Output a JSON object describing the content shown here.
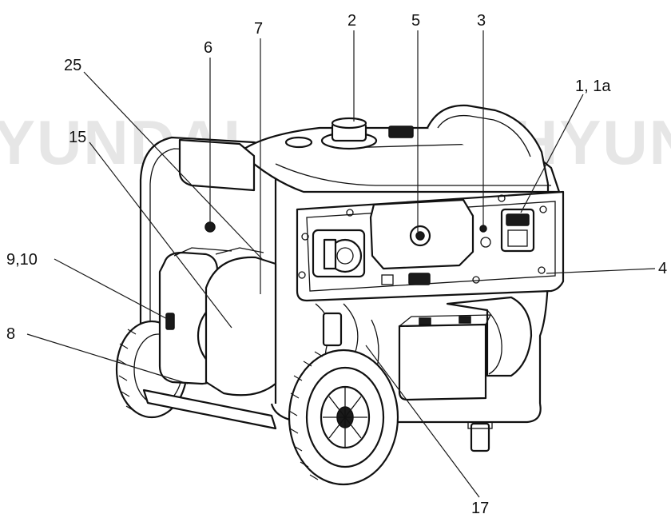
{
  "watermark": {
    "left": "YUNDAI",
    "right": "HYUN"
  },
  "callouts": [
    {
      "id": "c2",
      "text": "2"
    },
    {
      "id": "c5",
      "text": "5"
    },
    {
      "id": "c3",
      "text": "3"
    },
    {
      "id": "c7",
      "text": "7"
    },
    {
      "id": "c6",
      "text": "6"
    },
    {
      "id": "c25",
      "text": "25"
    },
    {
      "id": "c1",
      "text": "1, 1a"
    },
    {
      "id": "c15",
      "text": "15"
    },
    {
      "id": "c910",
      "text": "9,10"
    },
    {
      "id": "c4",
      "text": "4"
    },
    {
      "id": "c8",
      "text": "8"
    },
    {
      "id": "c17",
      "text": "17"
    }
  ],
  "colors": {
    "line": "#111111",
    "watermark": "#e6e6e6",
    "background": "#ffffff"
  }
}
